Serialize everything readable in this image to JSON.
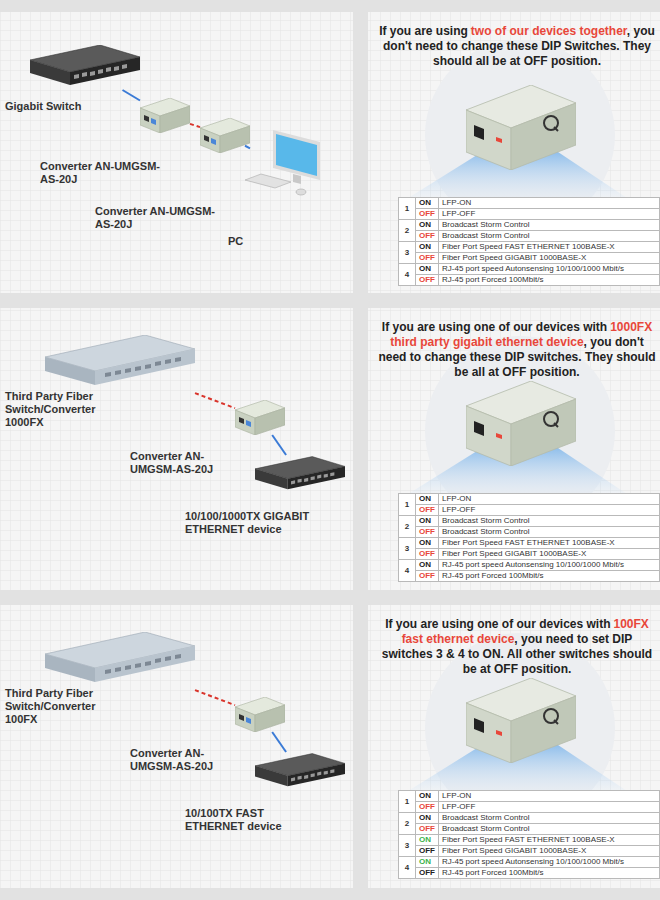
{
  "diagram": {
    "nodes": [
      {
        "text": [
          "Gigabit Switch"
        ]
      },
      {
        "text": [
          "Converter AN-UMGSM-AS-20J"
        ]
      },
      {
        "text": [
          "Converter AN-UMGSM-AS-20J"
        ]
      },
      {
        "text": [
          "PC"
        ]
      },
      {
        "text": [
          "Third Party Fiber Switch/Converter 1000FX"
        ]
      },
      {
        "text": [
          "Converter AN-UMGSM-AS-20J"
        ]
      },
      {
        "text": [
          "10/100/1000TX GIGABIT ETHERNET device"
        ]
      },
      {
        "text": [
          "Third Party Fiber Switch/Converter 100FX"
        ]
      },
      {
        "text": [
          "Converter AN-UMGSM-AS-20J"
        ]
      },
      {
        "text": [
          "10/100TX FAST ETHERNET device"
        ]
      }
    ],
    "edges": [
      {
        "from": 0,
        "to": 1,
        "arrow": "none"
      },
      {
        "from": 1,
        "to": 2,
        "arrow": "none"
      },
      {
        "from": 2,
        "to": 3,
        "arrow": "none"
      },
      {
        "from": 4,
        "to": 5,
        "arrow": "none"
      },
      {
        "from": 5,
        "to": 6,
        "arrow": "none"
      },
      {
        "from": 7,
        "to": 8,
        "arrow": "none"
      },
      {
        "from": 8,
        "to": 9,
        "arrow": "none"
      }
    ],
    "labels": [
      "If you are using",
      "two of our devices together",
      ", you don't need to change these DIP Switches. They should all be at OFF position.",
      "1",
      "ON",
      "LFP-ON",
      "OFF",
      "LFP-OFF",
      "2",
      "ON",
      "Broadcast Storm Control",
      "OFF",
      "Broadcast Storm Control",
      "3",
      "ON",
      "Fiber Port Speed FAST ETHERNET 100BASE-X",
      "OFF",
      "Fiber Port Speed GIGABIT 1000BASE-X",
      "4",
      "ON",
      "RJ-45 port speed Autonsensing 10/100/1000 Mbit/s",
      "OFF",
      "RJ-45 port Forced 100Mbit/s",
      "If you are using one of our devices with",
      "1000FX third party gigabit ethernet device",
      ", you don't need to change these DIP switches. They should be all at OFF position.",
      "1",
      "ON",
      "LFP-ON",
      "OFF",
      "LFP-OFF",
      "2",
      "ON",
      "Broadcast Storm Control",
      "OFF",
      "Broadcast Storm Control",
      "3",
      "ON",
      "Fiber Port Speed FAST ETHERNET 100BASE-X",
      "OFF",
      "Fiber Port Speed GIGABIT 1000BASE-X",
      "4",
      "ON",
      "RJ-45 port speed Autonsensing 10/100/1000 Mbit/s",
      "OFF",
      "RJ-45 port Forced 100Mbit/s",
      "If you are using one of our devices with",
      "100FX fast ethernet device",
      ", you need to set DIP switches 3 & 4 to ON. All other switches should be at OFF position.",
      "1",
      "ON",
      "LFP-ON",
      "OFF",
      "LFP-OFF",
      "2",
      "ON",
      "Broadcast Storm Control",
      "OFF",
      "Broadcast Storm Control",
      "3",
      "ON",
      "Fiber Port Speed FAST ETHERNET 100BASE-X",
      "OFF",
      "Fiber Port Speed GIGABIT 1000BASE-X",
      "4",
      "ON",
      "RJ-45 port speed Autonsensing 10/100/1000 Mbit/s",
      "OFF",
      "RJ-45 port Forced 100Mbit/s"
    ]
  }
}
